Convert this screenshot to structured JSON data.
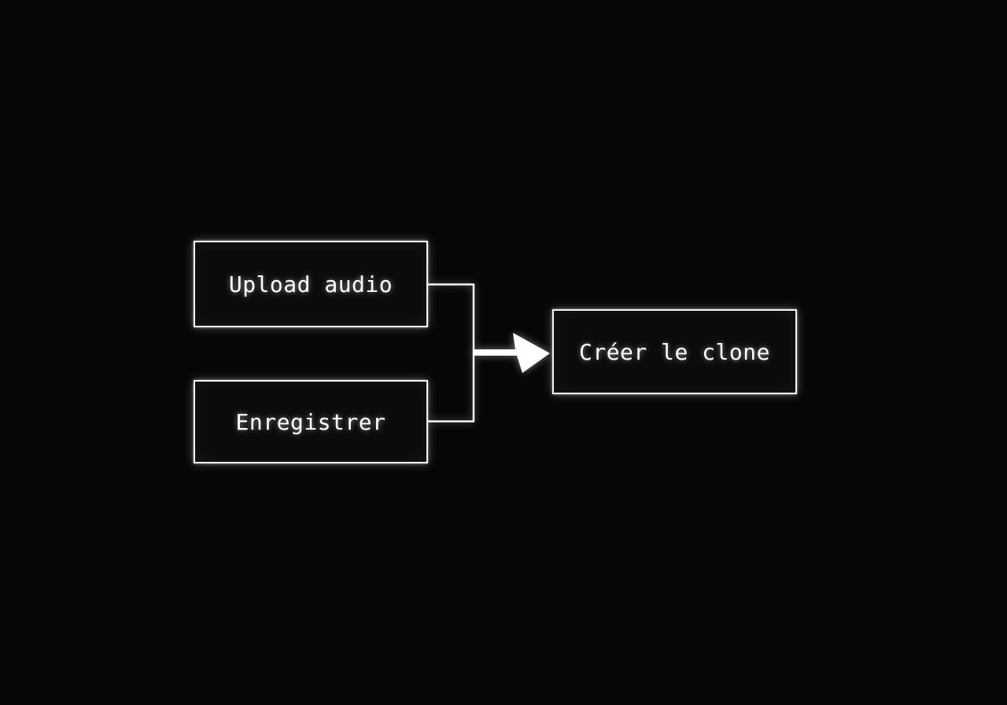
{
  "diagram": {
    "background_color": "#060606",
    "stroke_color": "#ffffff",
    "node_fill_color": "#0b0b0b",
    "style": "glow-on-dark flowchart, monospace labels",
    "nodes": [
      {
        "id": "upload-audio",
        "label": "Upload audio"
      },
      {
        "id": "enregistrer",
        "label": "Enregistrer"
      },
      {
        "id": "creer-le-clone",
        "label": "Créer le clone"
      }
    ],
    "edges": [
      {
        "from": "upload-audio",
        "to": "creer-le-clone",
        "type": "merge-then-arrow"
      },
      {
        "from": "enregistrer",
        "to": "creer-le-clone",
        "type": "merge-then-arrow"
      }
    ]
  }
}
